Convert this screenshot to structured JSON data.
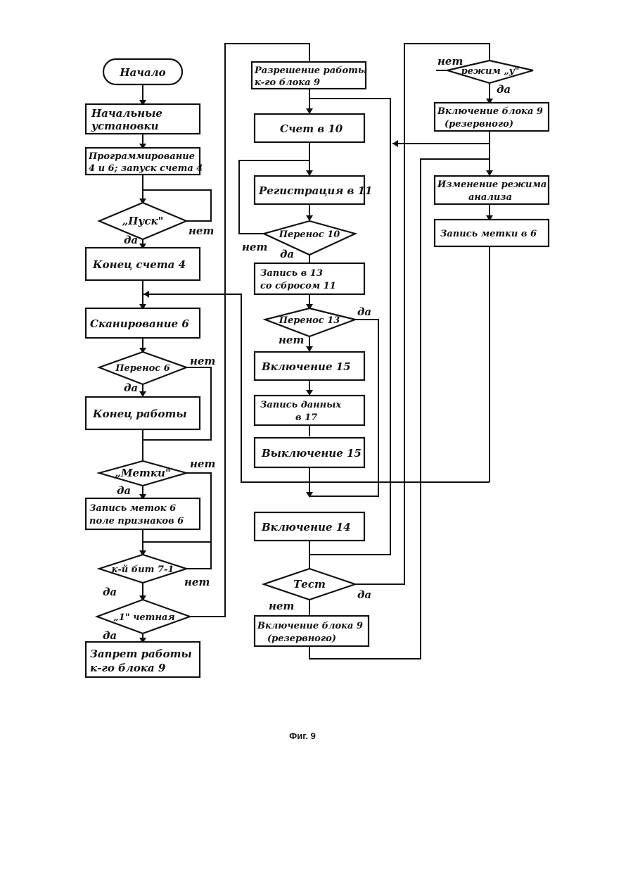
{
  "figure": {
    "caption": "Фиг. 9"
  },
  "blocks": {
    "start": "Начало",
    "init_1": "Начальные",
    "init_2": "установки",
    "prog_1": "Программирование",
    "prog_2": "4 и 6; запуск счета 4",
    "d_pusk": "„Пуск\"",
    "end_count": "Конец счета 4",
    "scan6": "Сканирование 6",
    "d_perenos6": "Перенос 6",
    "end_work": "Конец работы",
    "d_metki": "„Метки\"",
    "write_marks_1": "Запись меток 6",
    "write_marks_2": "поле признаков 6",
    "d_kbit": "к-й бит 7-1",
    "d_chetnaya": "„1\" четная",
    "forbid_1": "Запрет работы",
    "forbid_2": "к-го блока 9",
    "allow_1": "Разрешение работы",
    "allow_2": "к-го блока 9",
    "count10": "Счет в 10",
    "reg11": "Регистрация в 11",
    "d_perenos10": "Перенос 10",
    "write13_1": "Запись в 13",
    "write13_2": "со сбросом 11",
    "d_perenos13": "Перенос 13",
    "on15": "Включение 15",
    "writedata_1": "Запись данных",
    "writedata_2": "в 17",
    "off15": "Выключение 15",
    "on14": "Включение 14",
    "d_test": "Тест",
    "reserve_1": "Включение блока 9",
    "reserve_2": "(резервного)",
    "d_mode": "режим „у\"",
    "reserve2_1": "Включение блока 9",
    "reserve2_2": "(резервного)",
    "change_1": "Изменение режима",
    "change_2": "анализа",
    "writemark": "Запись метки в 6"
  },
  "labels": {
    "yes": "да",
    "no": "нет"
  }
}
